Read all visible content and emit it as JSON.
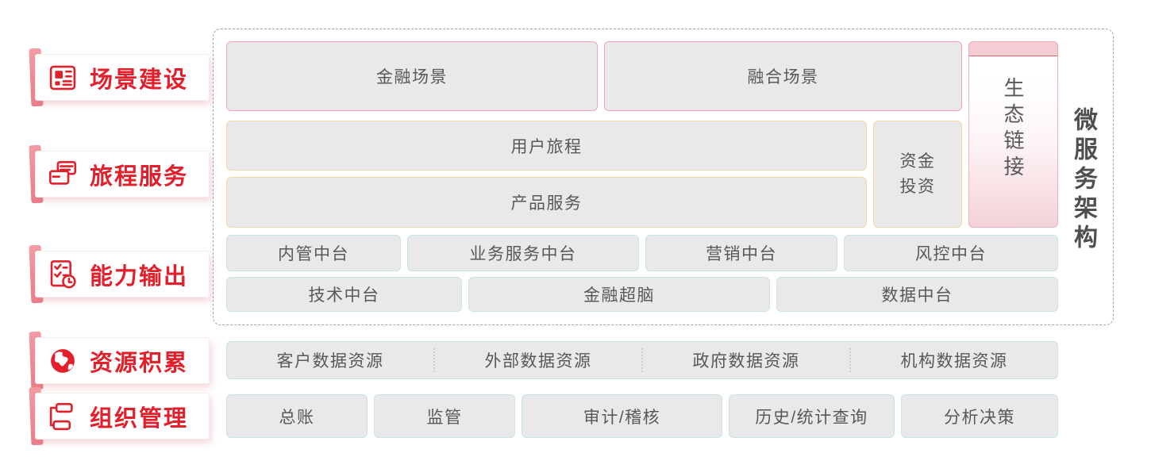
{
  "palette": {
    "brand_red": "#e2202c",
    "accent_pink": "#ee8f98",
    "box_fill": "#e9e8ea",
    "border_pink": "#f2a6ae",
    "border_orange": "#f6d7a2",
    "border_teal": "#c7e6e3",
    "text_dark": "#58585a",
    "frame_dash_gray": "#a2a2a2"
  },
  "sidebar": {
    "items": [
      {
        "label": "场景建设",
        "icon": "layout-grid-icon"
      },
      {
        "label": "旅程服务",
        "icon": "journey-cards-icon"
      },
      {
        "label": "能力输出",
        "icon": "checklist-clock-icon"
      },
      {
        "label": "资源积累",
        "icon": "globe-icon"
      },
      {
        "label": "组织管理",
        "icon": "org-flow-icon"
      }
    ]
  },
  "arch": {
    "frame_label": "微服务架构",
    "eco_link": "生态链接",
    "scene_row": [
      "金融场景",
      "融合场景"
    ],
    "user_journey": "用户旅程",
    "product_service": "产品服务",
    "fund_investment": "资金投资",
    "platform_row1": [
      "内管中台",
      "业务服务中台",
      "营销中台",
      "风控中台"
    ],
    "platform_row2": [
      "技术中台",
      "金融超脑",
      "数据中台"
    ]
  },
  "resources": {
    "cells": [
      "客户数据资源",
      "外部数据资源",
      "政府数据资源",
      "机构数据资源"
    ]
  },
  "organization": {
    "cells": [
      "总账",
      "监管",
      "审计/稽核",
      "历史/统计查询",
      "分析决策"
    ]
  }
}
